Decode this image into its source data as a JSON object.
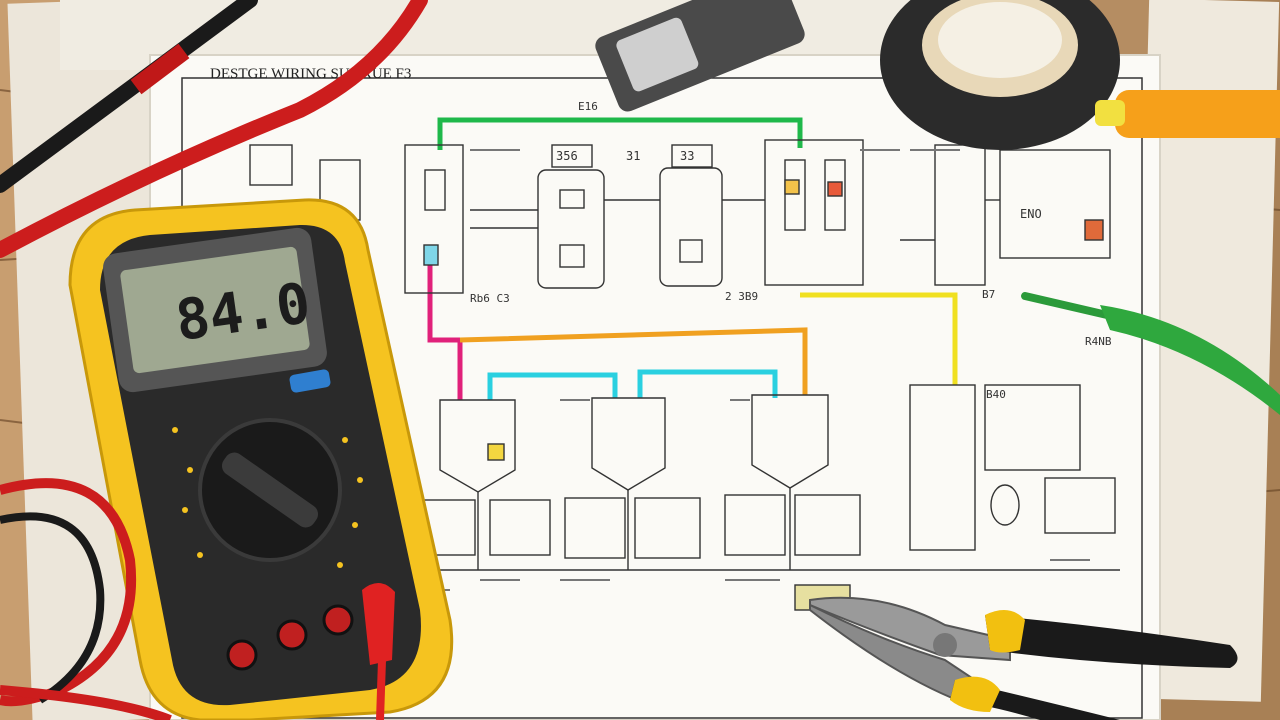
{
  "schematic": {
    "header": "DESTGE WIRING SUS RUE F3",
    "top_note": "E16",
    "labels": [
      "356",
      "31",
      "33",
      "ENO",
      "Rb6 C3",
      "R4NB",
      "2 3B9",
      "B7",
      "B40"
    ]
  },
  "multimeter": {
    "display": "84.0"
  },
  "wire_colors": {
    "green": "#1fb84a",
    "magenta": "#e0207a",
    "orange": "#f0a020",
    "cyan": "#2ad0e0",
    "yellow": "#f0e020"
  }
}
